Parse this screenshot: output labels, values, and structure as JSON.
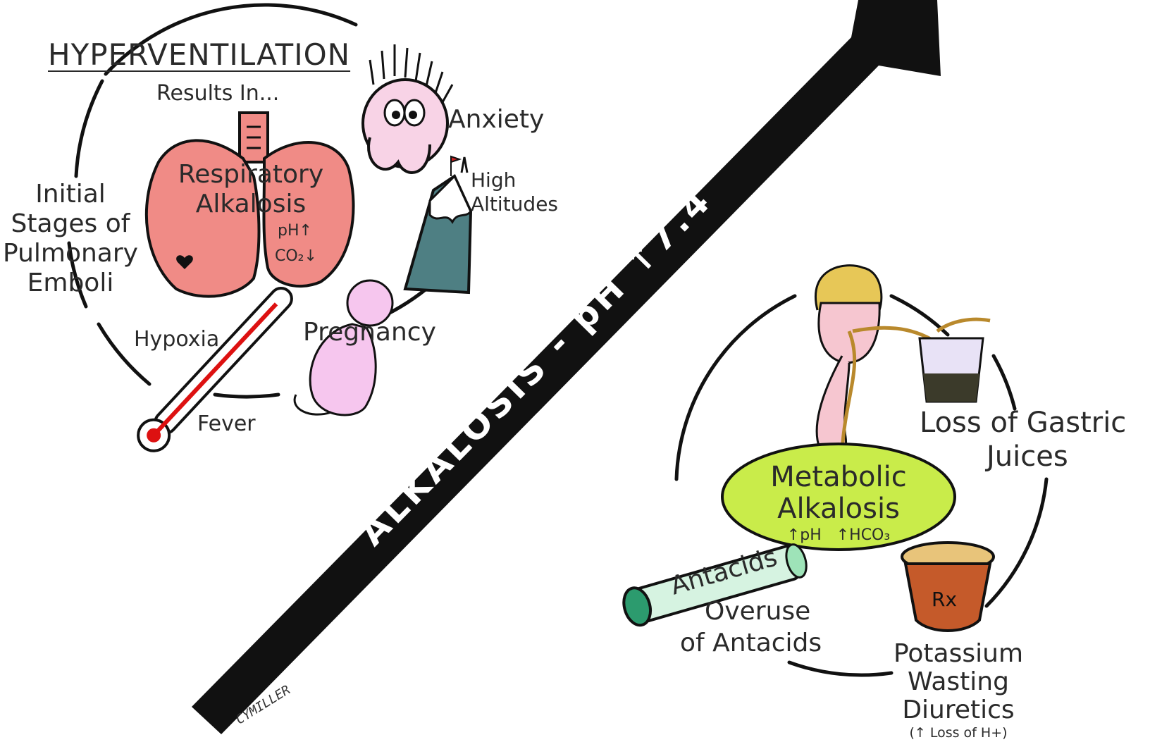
{
  "hyperventilation": {
    "title": "HYPERVENTILATION",
    "results_in": "Results In...",
    "lungs": {
      "title_line1": "Respiratory",
      "title_line2": "Alkalosis",
      "ph": "pH↑",
      "co2": "CO₂↓"
    },
    "causes": {
      "anxiety": "Anxiety",
      "high_altitudes_line1": "High",
      "high_altitudes_line2": "Altitudes",
      "pulmonary_line1": "Initial",
      "pulmonary_line2": "Stages of",
      "pulmonary_line3": "Pulmonary",
      "pulmonary_line4": "Emboli",
      "hypoxia": "Hypoxia",
      "pregnancy": "Pregnancy",
      "fever": "Fever"
    }
  },
  "arrow": {
    "label": "ALKALOSIS - pH ↑7.4"
  },
  "metabolic": {
    "title_line1": "Metabolic",
    "title_line2": "Alkalosis",
    "indicators": "↑pH   ↑HCO₃",
    "causes": {
      "gastric_line1": "Loss of Gastric",
      "gastric_line2": "Juices",
      "antacid_tube": "Antacids",
      "antacid_line1": "Overuse",
      "antacid_line2": "of Antacids",
      "rx": "Rx",
      "diuretic_line1": "Potassium",
      "diuretic_line2": "Wasting",
      "diuretic_line3": "Diuretics",
      "diuretic_note": "(↑ Loss of H+)"
    }
  },
  "signature": "CYMILLER",
  "colors": {
    "lung_fill": "#f08b86",
    "pink_fill": "#f6c6ee",
    "metabolic_fill": "#c9ec4a",
    "arrow": "#111111",
    "mountain": "#4e7f83",
    "jar": "#c55a2a",
    "thermometer_red": "#dd1111",
    "tube_green": "#9ee3b8"
  }
}
